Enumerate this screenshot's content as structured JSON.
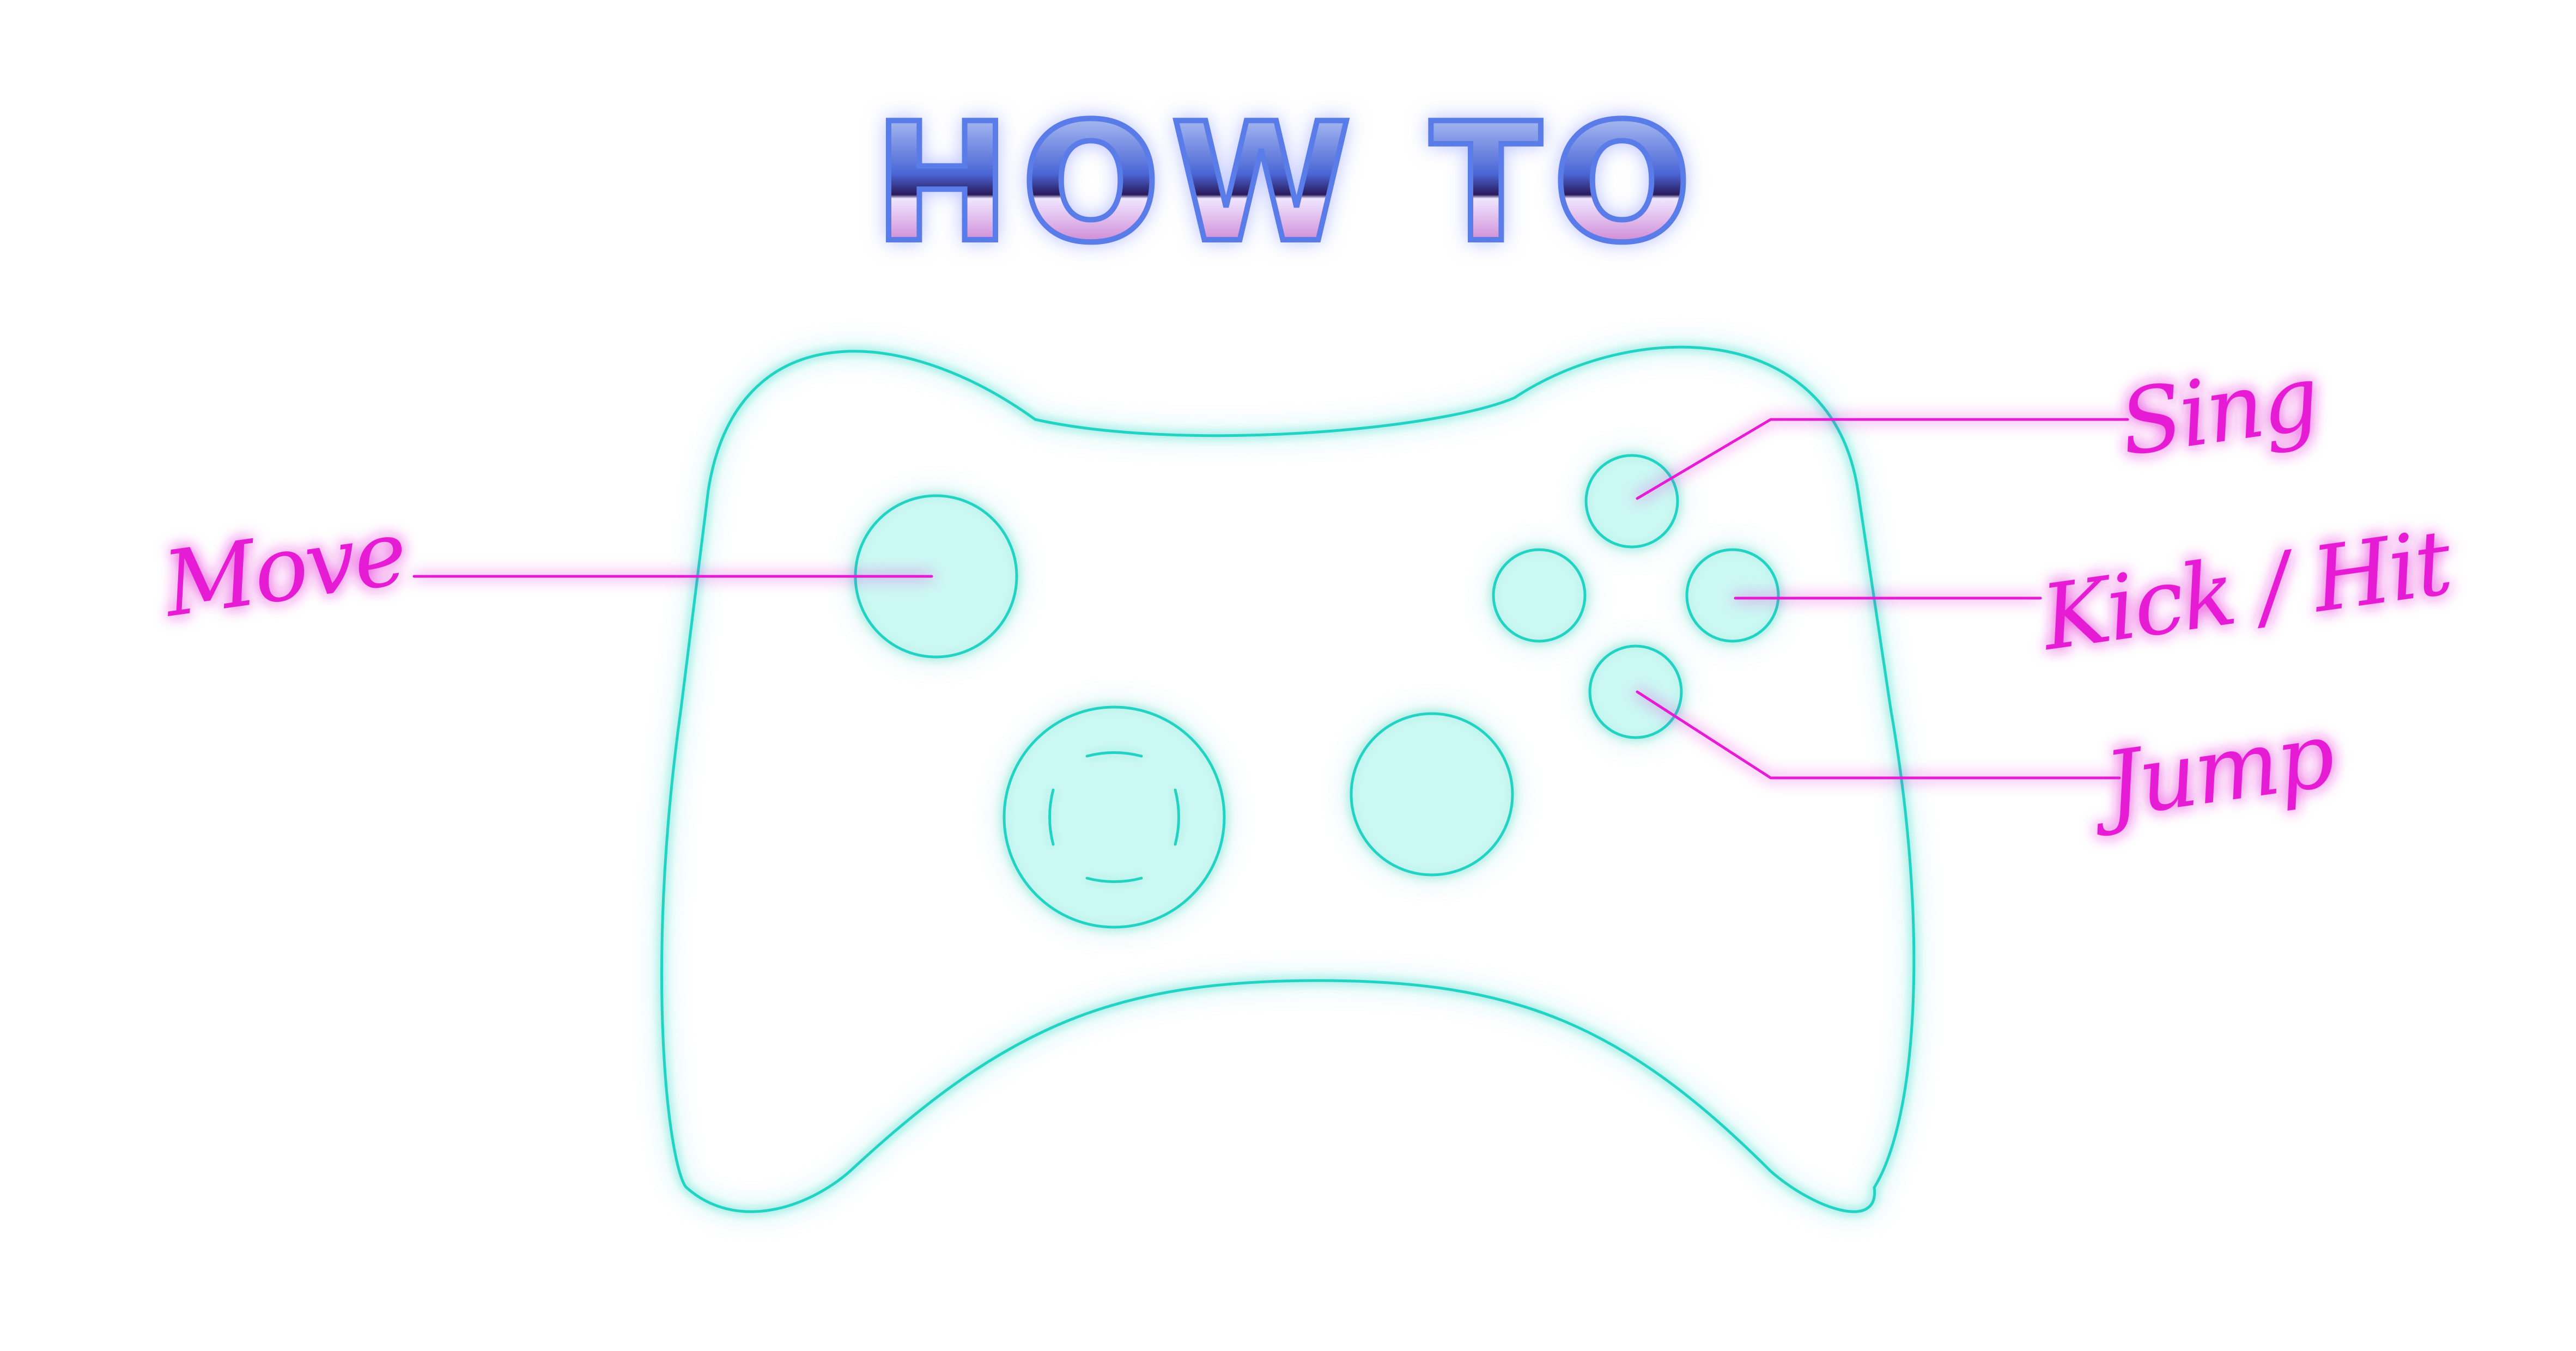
{
  "title": "HOW TO",
  "colors": {
    "controller_outline": "#22d3c3",
    "controller_glow": "#4ff0e4",
    "controller_fill": "#c7f8f2",
    "label_magenta": "#e51fd4",
    "label_glow": "#ff4fe8",
    "title_chrome_top": "#d9e6ff",
    "title_chrome_mid": "#4a66d6",
    "title_chrome_horizon": "#2a1a5a",
    "title_chrome_bottom": "#b33fb3",
    "title_outline": "#5a7ce8"
  },
  "controls": {
    "move": "Move",
    "sing": "Sing",
    "kick_hit": "Kick / Hit",
    "jump": "Jump"
  },
  "icons": {
    "controller": "gamepad-icon",
    "left_stick": "joystick-icon",
    "dpad": "dpad-icon",
    "right_stick": "joystick-icon",
    "face_buttons": "face-buttons-icon"
  }
}
